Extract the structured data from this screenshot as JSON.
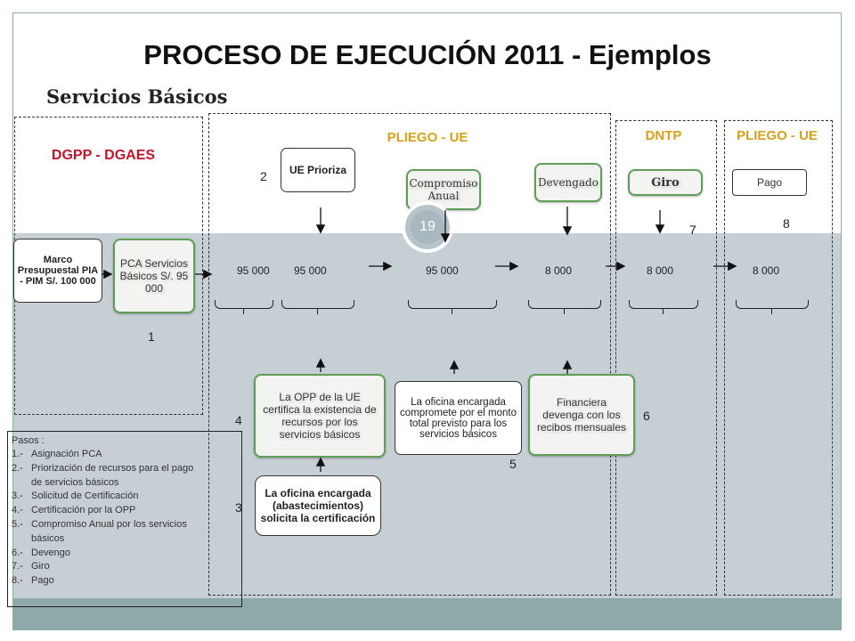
{
  "title": "PROCESO DE EJECUCIÓN  2011 - Ejemplos",
  "subtitle": "Servicios  Básicos",
  "regions": {
    "dgpp": "DGPP  - DGAES",
    "pliego_ue": "PLIEGO  -  UE",
    "dntp": "DNTP",
    "pliego_ue_2": "PLIEGO - UE"
  },
  "boxes": {
    "marco": "Marco Presupuestal PIA - PIM S/.  100 000",
    "pca": "PCA Servicios Básicos S/.  95 000",
    "ue_prioriza": "UE Prioriza",
    "compromiso": "Compromiso Anual",
    "devengado": "Devengado",
    "giro": "Giro",
    "pago": "Pago",
    "opp_certifica": "La OPP de la UE certifica la existencia  de recursos por  los servicios básicos",
    "oficina_compromete": "La oficina  encargada compromete por el monto  total  previsto para los servicios básicos",
    "financiera": "Financiera devenga con los recibos mensuales",
    "oficina_certificacion": "La oficina encargada (abastecimientos) solicita la certificación"
  },
  "amounts": [
    "95 000",
    "95 000",
    "95 000",
    "8 000",
    "8 000",
    "8 000"
  ],
  "step_numbers": [
    "1",
    "2",
    "3",
    "4",
    "5",
    "6",
    "7",
    "8"
  ],
  "slide_number": "19",
  "colors": {
    "accent_red": "#c0152a",
    "accent_gold": "#d8a01c",
    "green_border": "#5f9e58",
    "band": "#c6cfd4"
  },
  "pasos": {
    "heading": "Pasos :",
    "items": [
      {
        "n": "1.-",
        "text": "Asignación PCA"
      },
      {
        "n": "2.-",
        "text": "Priorización de recursos para el  pago"
      },
      {
        "n": "",
        "text": "de servicios básicos"
      },
      {
        "n": "3.-",
        "text": "Solicitud de Certificación"
      },
      {
        "n": "4.-",
        "text": "Certificación por la OPP"
      },
      {
        "n": "5.-",
        "text": "Compromiso Anual por los servicios"
      },
      {
        "n": "",
        "text": "básicos"
      },
      {
        "n": "6.-",
        "text": "Devengo"
      },
      {
        "n": "7.-",
        "text": "Giro"
      },
      {
        "n": "8.-",
        "text": "Pago"
      }
    ]
  }
}
